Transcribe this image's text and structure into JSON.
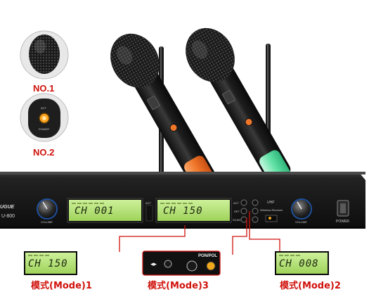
{
  "labels": {
    "no1": "NO.1",
    "no2": "NO.2",
    "detail_act": "ACT",
    "detail_power": "POWER"
  },
  "receiver": {
    "brand_fragment": "UGUE",
    "model": "U-800",
    "volume_left": "VOLUME",
    "volume_right": "VOLUME",
    "lcd_left": "CH 001",
    "lcd_right": "CH 150",
    "act_label": "ACT",
    "btn_act": "ACT",
    "btn_set": "SET",
    "btn_scan": "SCAN",
    "uhf": "UHF",
    "receiver_label": "Wireless Receiver",
    "power_label": "POWER"
  },
  "callouts": {
    "mode1_lcd": "CH 150",
    "mode1_caption": "模式(Mode)1",
    "mode3_button": "PON/POL",
    "mode3_caption": "模式(Mode)3",
    "mode2_lcd": "CH 008",
    "mode2_caption": "模式(Mode)2"
  },
  "colors": {
    "label_red": "#d0120c",
    "lcd_green": "#b6e27a",
    "cap_orange": "#f0762a",
    "cap_mint": "#62e2a6",
    "panel_black": "#1b1b1b"
  }
}
